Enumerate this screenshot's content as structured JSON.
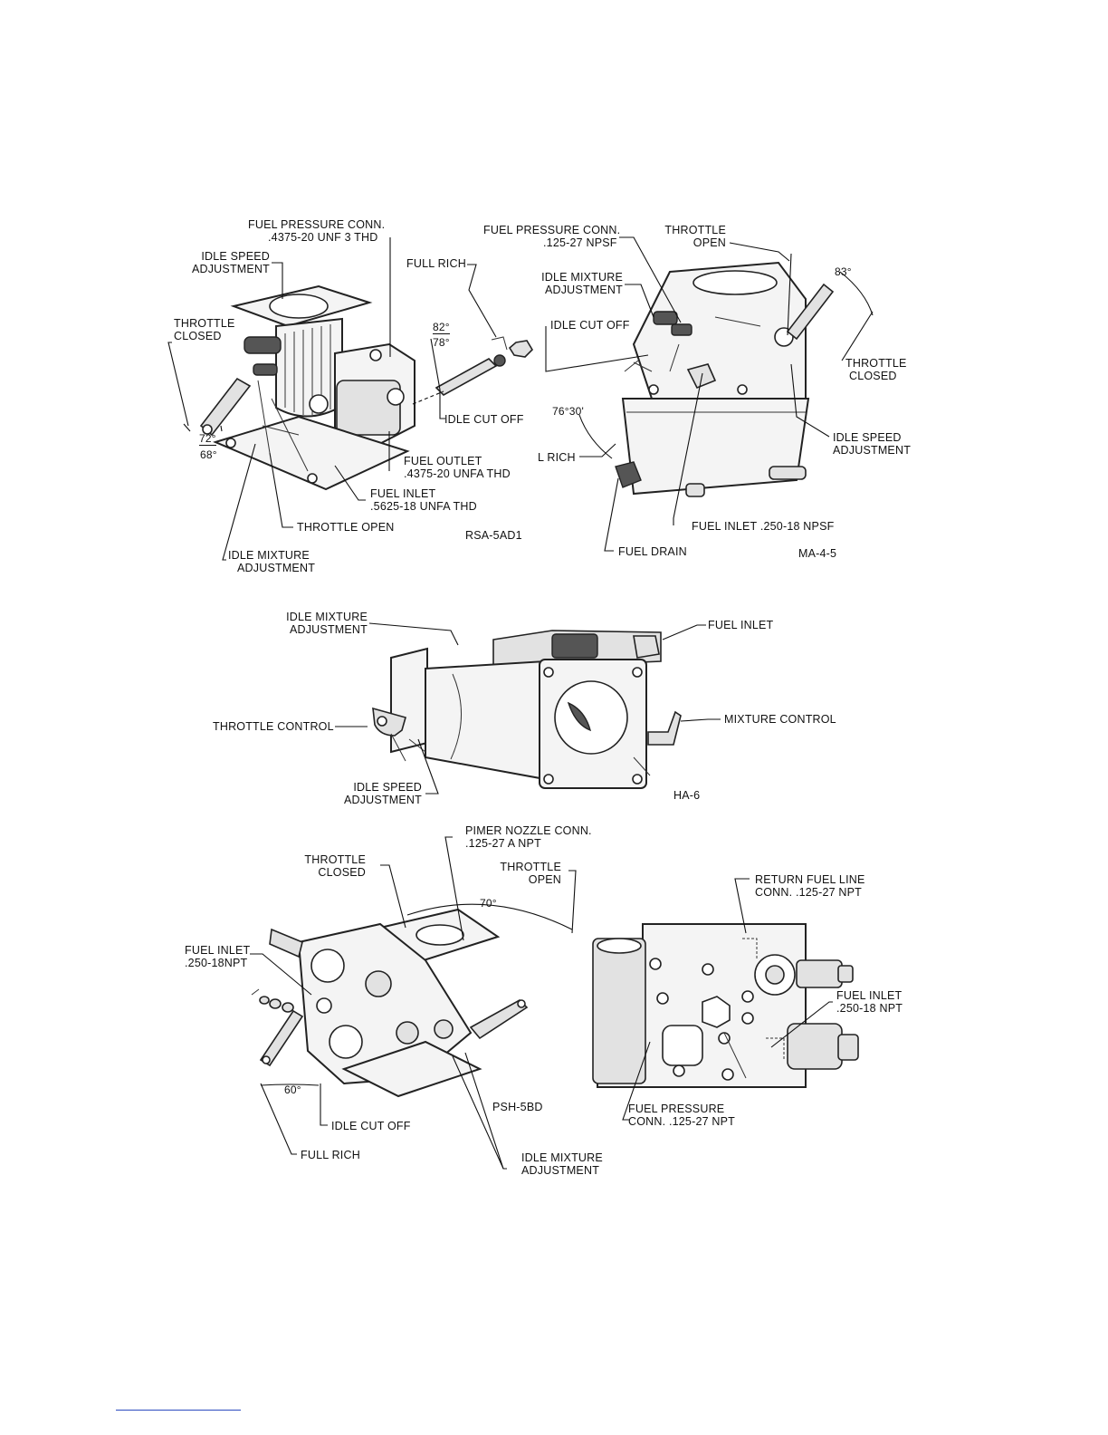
{
  "figures": {
    "rsa": {
      "model": "RSA-5AD1",
      "fuel_pressure_conn": [
        "FUEL PRESSURE CONN.",
        ".4375-20 UNF 3 THD"
      ],
      "idle_speed_adjustment": [
        "IDLE SPEED",
        "ADJUSTMENT"
      ],
      "throttle_closed": [
        "THROTTLE",
        "CLOSED"
      ],
      "full_rich": "FULL RICH",
      "angle_82": "82°",
      "angle_78": "78°",
      "idle_cut_off": "IDLE CUT OFF",
      "angle_72": "72°",
      "angle_68": "68°",
      "fuel_outlet": [
        "FUEL OUTLET",
        ".4375-20 UNFA THD"
      ],
      "fuel_inlet": [
        "FUEL INLET",
        ".5625-18 UNFA THD"
      ],
      "throttle_open": "THROTTLE OPEN",
      "idle_mixture_adjustment": [
        "IDLE MIXTURE",
        "ADJUSTMENT"
      ]
    },
    "ma": {
      "model": "MA-4-5",
      "fuel_pressure_conn": [
        "FUEL PRESSURE CONN.",
        ".125-27 NPSF"
      ],
      "throttle_open": [
        "THROTTLE",
        "OPEN"
      ],
      "angle_83": "83°",
      "idle_mixture_adjustment": [
        "IDLE MIXTURE",
        "ADJUSTMENT"
      ],
      "idle_cut_off": "IDLE CUT OFF",
      "throttle_closed": [
        "THROTTLE",
        "CLOSED"
      ],
      "angle_76": "76°30'",
      "full_rich": "L RICH",
      "idle_speed_adjustment": [
        "IDLE SPEED",
        "ADJUSTMENT"
      ],
      "fuel_inlet": "FUEL INLET  .250-18 NPSF",
      "fuel_drain": "FUEL DRAIN"
    },
    "ha": {
      "model": "HA-6",
      "idle_mixture_adjustment": [
        "IDLE MIXTURE",
        "ADJUSTMENT"
      ],
      "fuel_inlet": "FUEL INLET",
      "throttle_control": "THROTTLE CONTROL",
      "mixture_control": "MIXTURE CONTROL",
      "idle_speed_adjustment": [
        "IDLE SPEED",
        "ADJUSTMENT"
      ]
    },
    "psh": {
      "model": "PSH-5BD",
      "primer_nozzle_conn": [
        "PIMER NOZZLE CONN.",
        ".125-27 A NPT"
      ],
      "throttle_closed": [
        "THROTTLE",
        "CLOSED"
      ],
      "throttle_open": [
        "THROTTLE",
        "OPEN"
      ],
      "angle_70": "70°",
      "fuel_inlet": [
        "FUEL INLET",
        ".250-18NPT"
      ],
      "angle_60": "60°",
      "idle_cut_off": "IDLE CUT OFF",
      "full_rich": "FULL RICH",
      "idle_mixture_adjustment": [
        "IDLE MIXTURE",
        "ADJUSTMENT"
      ]
    },
    "side": {
      "return_fuel_line": [
        "RETURN FUEL LINE",
        "CONN.  .125-27 NPT"
      ],
      "fuel_inlet": [
        "FUEL INLET",
        ".250-18 NPT"
      ],
      "fuel_pressure_conn": [
        "FUEL PRESSURE",
        "CONN.  .125-27 NPT"
      ]
    }
  }
}
